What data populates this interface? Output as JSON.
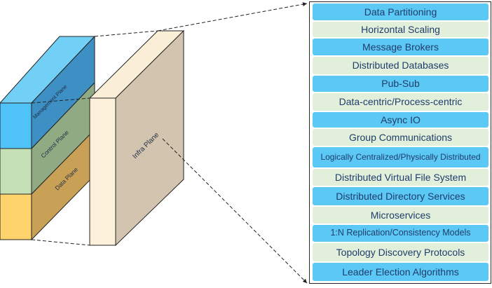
{
  "stack": {
    "management_plane": "Management Plane",
    "control_plane": "Control Plane",
    "data_plane": "Data Plane",
    "infra_plane": "Infra Plane"
  },
  "list": {
    "items": [
      "Data Partitioning",
      "Horizontal Scaling",
      "Message Brokers",
      "Distributed Databases",
      "Pub-Sub",
      "Data-centric/Process-centric",
      "Async IO",
      "Group Communications",
      "Logically Centralized/Physically Distributed",
      "Distributed Virtual File System",
      "Distributed Directory Services",
      "Microservices",
      "1:N Replication/Consistency Models",
      "Topology Discovery Protocols",
      "Leader Election Algorithms"
    ]
  },
  "colors": {
    "management_front": "#4fc3f7",
    "management_side": "#3d8fc4",
    "control_front": "#c5e0b4",
    "control_side": "#90aa84",
    "data_front": "#ffd36b",
    "data_side": "#c8a056",
    "infra_front": "#fdf1dc",
    "infra_side": "#d3c4af",
    "row_blue": "#5bc8f5",
    "row_green": "#e2efda",
    "text": "#1f3d6b"
  }
}
